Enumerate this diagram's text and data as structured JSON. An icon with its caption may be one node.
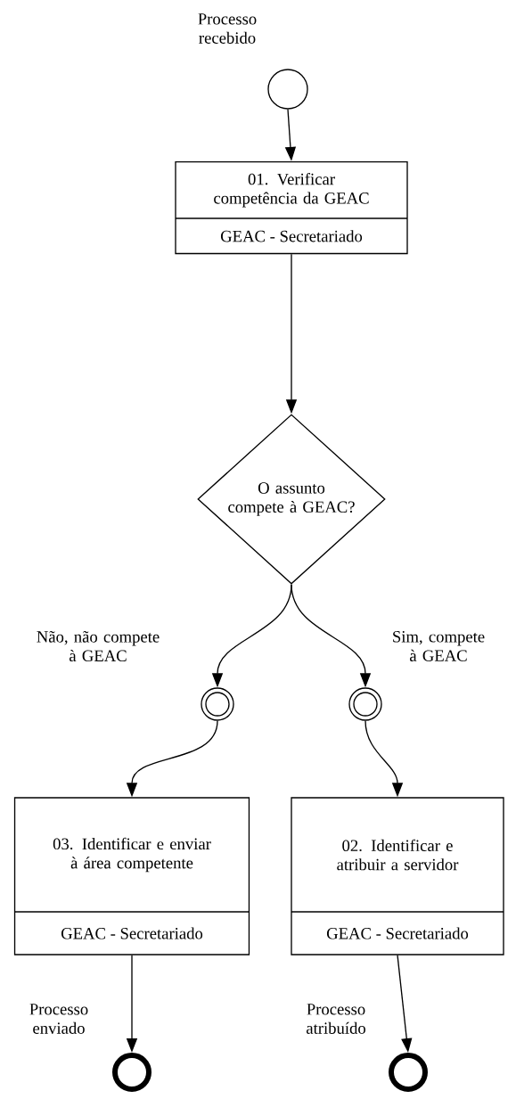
{
  "diagram": {
    "nodes": [
      {
        "text": [],
        "shape": "circle",
        "beside": [
          "Processo recebido"
        ]
      },
      {
        "text": [
          "01. Verificar competência da GEAC",
          "GEAC - Secretariado"
        ]
      },
      {
        "text": [
          "O assunto compete à GEAC?"
        ]
      },
      {
        "text": [],
        "shape": "circle"
      },
      {
        "text": [],
        "shape": "circle"
      },
      {
        "text": [
          "03. Identificar e enviar à área competente",
          "GEAC - Secretariado"
        ]
      },
      {
        "text": [
          "02. Identificar e atribuir a servidor",
          "GEAC - Secretariado"
        ]
      },
      {
        "text": [],
        "shape": "circle",
        "beside": [
          "Processo enviado"
        ]
      },
      {
        "text": [],
        "shape": "circle",
        "beside": [
          "Processo atribuído"
        ]
      }
    ],
    "edges": [
      {
        "from": 0,
        "to": 1,
        "arrow": "to"
      },
      {
        "from": 1,
        "to": 2,
        "arrow": "to"
      },
      {
        "from": 2,
        "to": 3,
        "arrow": "to",
        "label": "Não, não compete à GEAC"
      },
      {
        "from": 2,
        "to": 4,
        "arrow": "to",
        "label": "Sim, compete à GEAC"
      },
      {
        "from": 3,
        "to": 5,
        "arrow": "to"
      },
      {
        "from": 4,
        "to": 6,
        "arrow": "to"
      },
      {
        "from": 5,
        "to": 7,
        "arrow": "to"
      },
      {
        "from": 6,
        "to": 8,
        "arrow": "to"
      }
    ]
  }
}
